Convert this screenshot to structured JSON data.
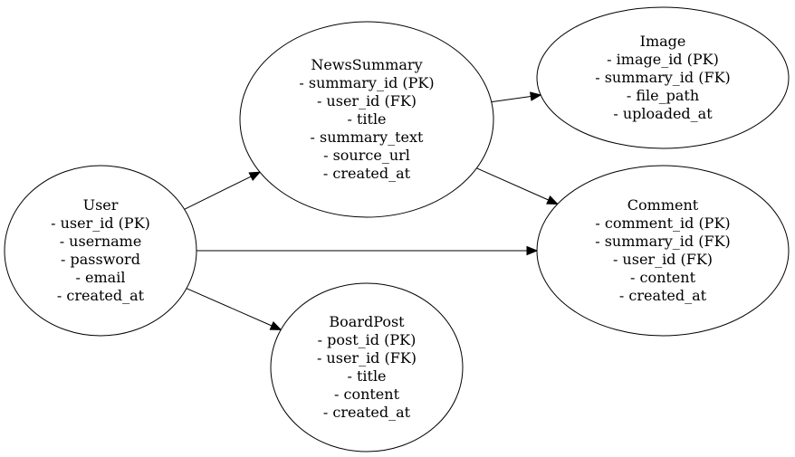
{
  "diagram": {
    "nodes": [
      {
        "id": "user",
        "label": "User",
        "fields": [
          "- user_id (PK)",
          "- username",
          "- password",
          "- email",
          "- created_at"
        ]
      },
      {
        "id": "newssummary",
        "label": "NewsSummary",
        "fields": [
          "- summary_id (PK)",
          "- user_id (FK)",
          "- title",
          "- summary_text",
          "- source_url",
          "- created_at"
        ]
      },
      {
        "id": "image",
        "label": "Image",
        "fields": [
          "- image_id (PK)",
          "- summary_id (FK)",
          "- file_path",
          "- uploaded_at"
        ]
      },
      {
        "id": "comment",
        "label": "Comment",
        "fields": [
          "- comment_id (PK)",
          "- summary_id (FK)",
          "- user_id (FK)",
          "- content",
          "- created_at"
        ]
      },
      {
        "id": "boardpost",
        "label": "BoardPost",
        "fields": [
          "- post_id (PK)",
          "- user_id (FK)",
          "- title",
          "- content",
          "- created_at"
        ]
      }
    ],
    "edges": [
      {
        "from": "user",
        "to": "newssummary"
      },
      {
        "from": "user",
        "to": "comment"
      },
      {
        "from": "user",
        "to": "boardpost"
      },
      {
        "from": "newssummary",
        "to": "image"
      },
      {
        "from": "newssummary",
        "to": "comment"
      }
    ]
  }
}
